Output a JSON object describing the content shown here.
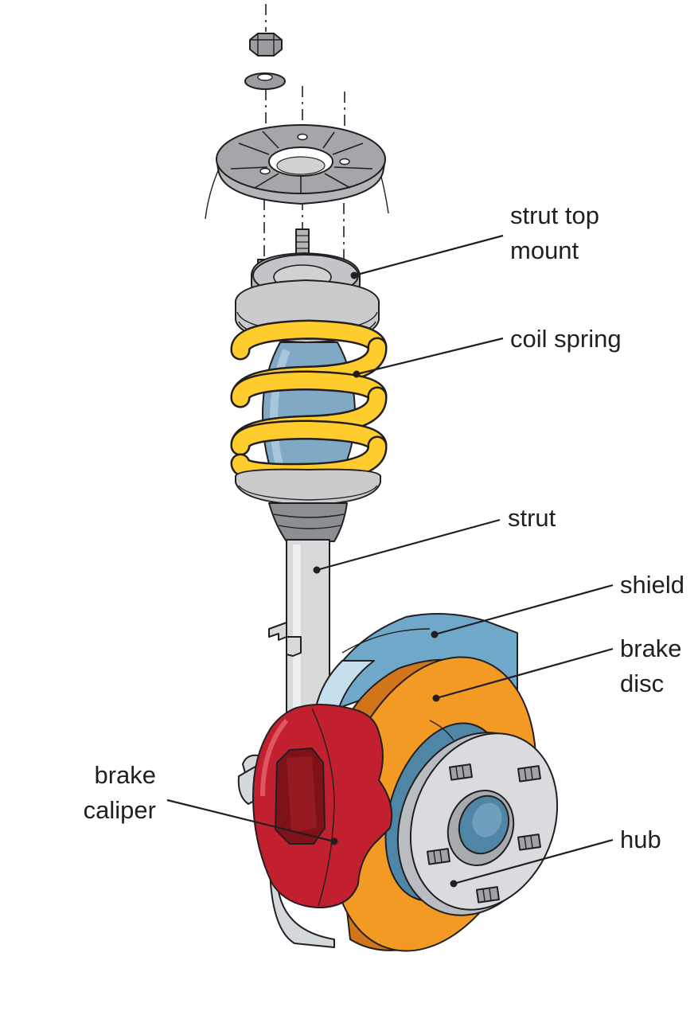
{
  "colors": {
    "spring": "#FFCC2E",
    "shock": "#7FA9C4",
    "strut": "#D7D9DB",
    "boot": "#8C8F92",
    "mount": "#9A9C9F",
    "shield": "#6FA8C9",
    "disc": "#F39A24",
    "caliper": "#C2202F",
    "caliper_dark": "#7E1218",
    "hub": "#D9DBDE",
    "hub_center": "#4F86A6",
    "outline": "#231F20"
  },
  "labels": {
    "strut_top_mount": [
      "strut top",
      "mount"
    ],
    "coil_spring": "coil spring",
    "strut": "strut",
    "shield": "shield",
    "brake_disc": [
      "brake",
      "disc"
    ],
    "brake_caliper": [
      "brake",
      "caliper"
    ],
    "hub": "hub"
  }
}
